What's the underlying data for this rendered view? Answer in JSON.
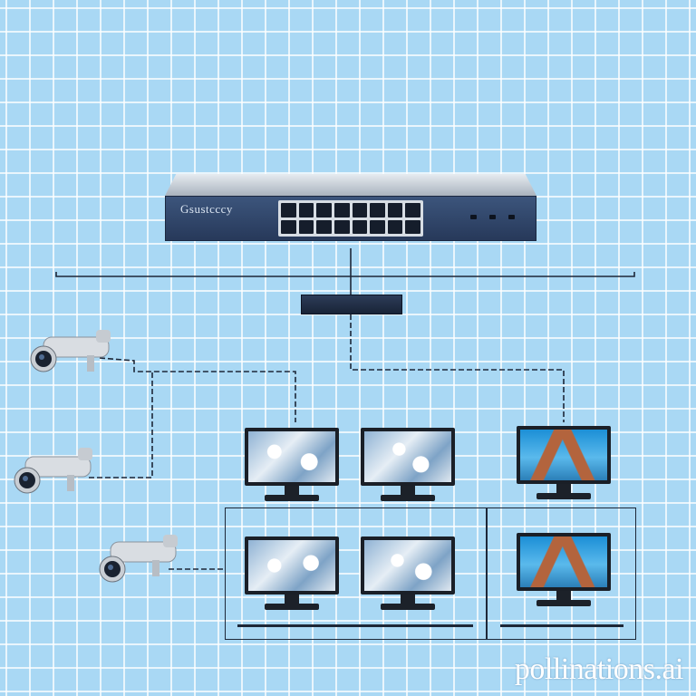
{
  "switch": {
    "brand": "Gsustcccy",
    "ports": 16
  },
  "colors": {
    "background": "#a9d8f4",
    "grid": "#ffffff",
    "line": "#1d2738",
    "switch_body": "#2f4468",
    "camera_body": "#d9dde2"
  },
  "icons": {
    "camera": "cctv-camera-icon",
    "monitor": "monitor-icon",
    "switch": "network-switch-icon"
  },
  "watermark": "pollinations.ai"
}
